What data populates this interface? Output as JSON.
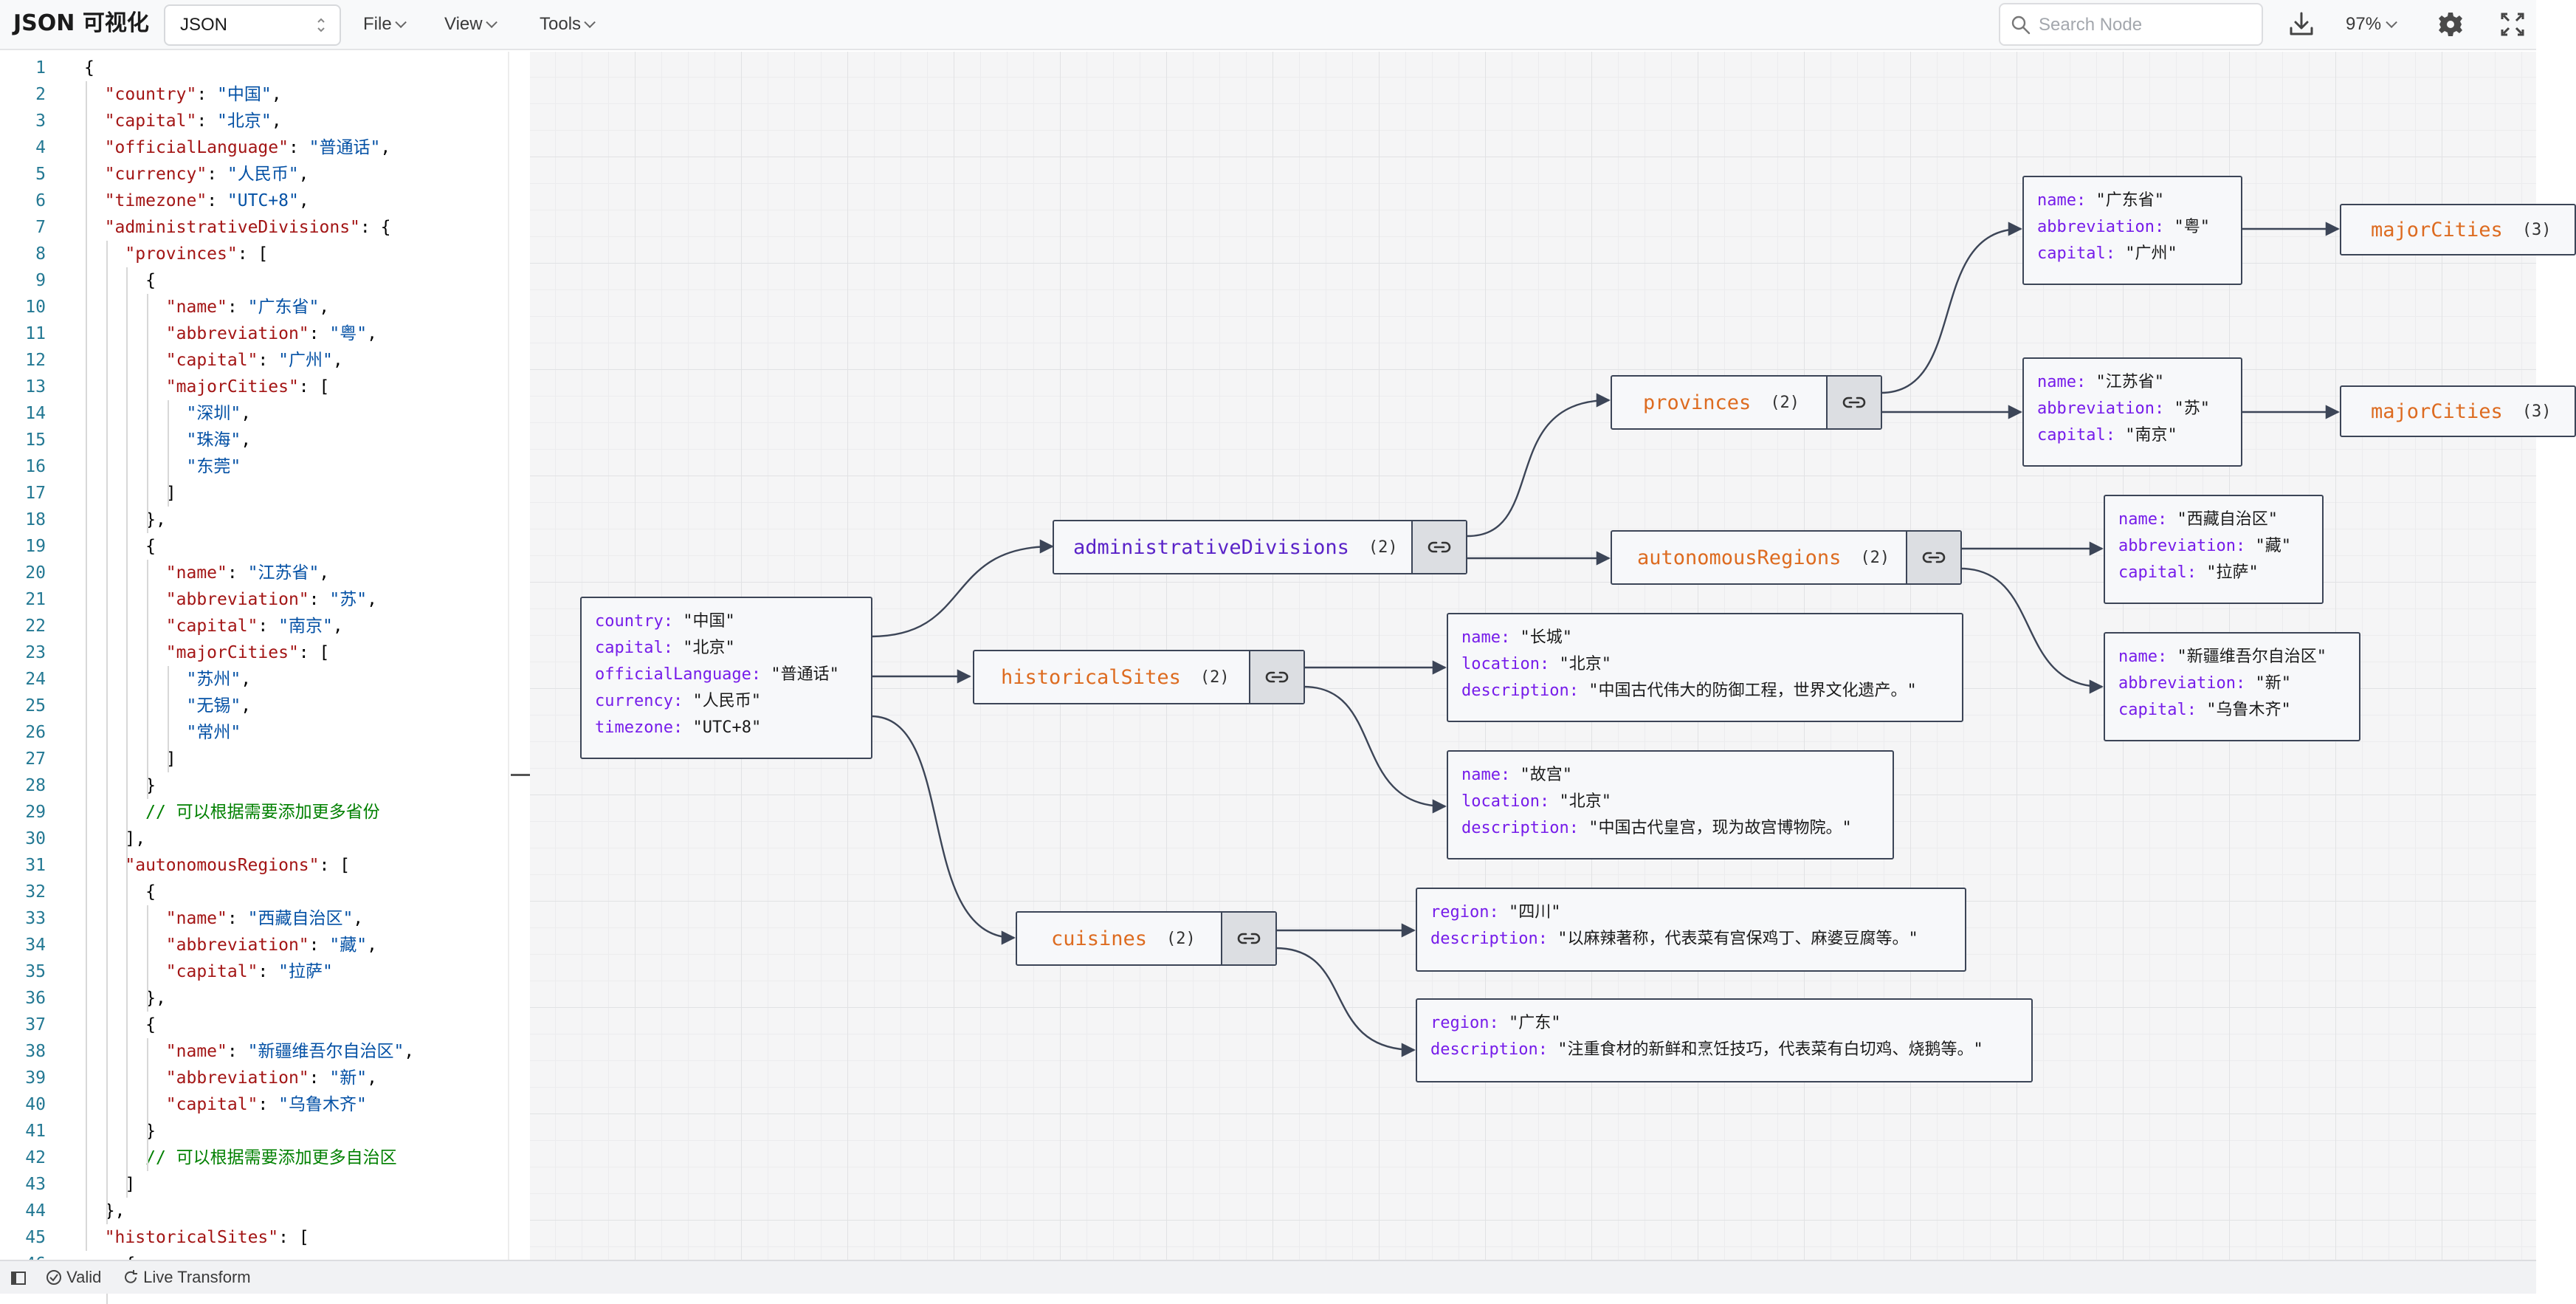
{
  "app": {
    "title": "JSON 可视化"
  },
  "toolbar": {
    "format_value": "JSON",
    "menus": [
      "File",
      "View",
      "Tools"
    ],
    "search_placeholder": "Search Node",
    "zoom": "97%"
  },
  "editor": {
    "lines": [
      "{",
      "  \"country\": \"中国\",",
      "  \"capital\": \"北京\",",
      "  \"officialLanguage\": \"普通话\",",
      "  \"currency\": \"人民币\",",
      "  \"timezone\": \"UTC+8\",",
      "  \"administrativeDivisions\": {",
      "    \"provinces\": [",
      "      {",
      "        \"name\": \"广东省\",",
      "        \"abbreviation\": \"粤\",",
      "        \"capital\": \"广州\",",
      "        \"majorCities\": [",
      "          \"深圳\",",
      "          \"珠海\",",
      "          \"东莞\"",
      "        ]",
      "      },",
      "      {",
      "        \"name\": \"江苏省\",",
      "        \"abbreviation\": \"苏\",",
      "        \"capital\": \"南京\",",
      "        \"majorCities\": [",
      "          \"苏州\",",
      "          \"无锡\",",
      "          \"常州\"",
      "        ]",
      "      }",
      "      // 可以根据需要添加更多省份",
      "    ],",
      "    \"autonomousRegions\": [",
      "      {",
      "        \"name\": \"西藏自治区\",",
      "        \"abbreviation\": \"藏\",",
      "        \"capital\": \"拉萨\"",
      "      },",
      "      {",
      "        \"name\": \"新疆维吾尔自治区\",",
      "        \"abbreviation\": \"新\",",
      "        \"capital\": \"乌鲁木齐\"",
      "      }",
      "      // 可以根据需要添加更多自治区",
      "    ]",
      "  },",
      "  \"historicalSites\": [",
      "    {"
    ]
  },
  "graph": {
    "root": {
      "rows": [
        {
          "key": "country",
          "value": "\"中国\""
        },
        {
          "key": "capital",
          "value": "\"北京\""
        },
        {
          "key": "officialLanguage",
          "value": "\"普通话\""
        },
        {
          "key": "currency",
          "value": "\"人民币\""
        },
        {
          "key": "timezone",
          "value": "\"UTC+8\""
        }
      ]
    },
    "admin": {
      "name": "administrativeDivisions",
      "count": "(2)"
    },
    "historical": {
      "name": "historicalSites",
      "count": "(2)"
    },
    "cuisines": {
      "name": "cuisines",
      "count": "(2)"
    },
    "provinces": {
      "name": "provinces",
      "count": "(2)"
    },
    "autonomous": {
      "name": "autonomousRegions",
      "count": "(2)"
    },
    "guangdong": {
      "rows": [
        {
          "key": "name",
          "value": "\"广东省\""
        },
        {
          "key": "abbreviation",
          "value": "\"粤\""
        },
        {
          "key": "capital",
          "value": "\"广州\""
        }
      ]
    },
    "jiangsu": {
      "rows": [
        {
          "key": "name",
          "value": "\"江苏省\""
        },
        {
          "key": "abbreviation",
          "value": "\"苏\""
        },
        {
          "key": "capital",
          "value": "\"南京\""
        }
      ]
    },
    "majorcities1": {
      "name": "majorCities",
      "count": "(3)"
    },
    "majorcities2": {
      "name": "majorCities",
      "count": "(3)"
    },
    "tibet": {
      "rows": [
        {
          "key": "name",
          "value": "\"西藏自治区\""
        },
        {
          "key": "abbreviation",
          "value": "\"藏\""
        },
        {
          "key": "capital",
          "value": "\"拉萨\""
        }
      ]
    },
    "xinjiang": {
      "rows": [
        {
          "key": "name",
          "value": "\"新疆维吾尔自治区\""
        },
        {
          "key": "abbreviation",
          "value": "\"新\""
        },
        {
          "key": "capital",
          "value": "\"乌鲁木齐\""
        }
      ]
    },
    "greatwall": {
      "rows": [
        {
          "key": "name",
          "value": "\"长城\""
        },
        {
          "key": "location",
          "value": "\"北京\""
        },
        {
          "key": "description",
          "value": "\"中国古代伟大的防御工程，世界文化遗产。\""
        }
      ]
    },
    "palace": {
      "rows": [
        {
          "key": "name",
          "value": "\"故宫\""
        },
        {
          "key": "location",
          "value": "\"北京\""
        },
        {
          "key": "description",
          "value": "\"中国古代皇宫，现为故宫博物院。\""
        }
      ]
    },
    "sichuan": {
      "rows": [
        {
          "key": "region",
          "value": "\"四川\""
        },
        {
          "key": "description",
          "value": "\"以麻辣著称，代表菜有宫保鸡丁、麻婆豆腐等。\""
        }
      ]
    },
    "canton": {
      "rows": [
        {
          "key": "region",
          "value": "\"广东\""
        },
        {
          "key": "description",
          "value": "\"注重食材的新鲜和烹饪技巧，代表菜有白切鸡、烧鹅等。\""
        }
      ]
    }
  },
  "status": {
    "valid": "Valid",
    "live_transform": "Live Transform"
  }
}
